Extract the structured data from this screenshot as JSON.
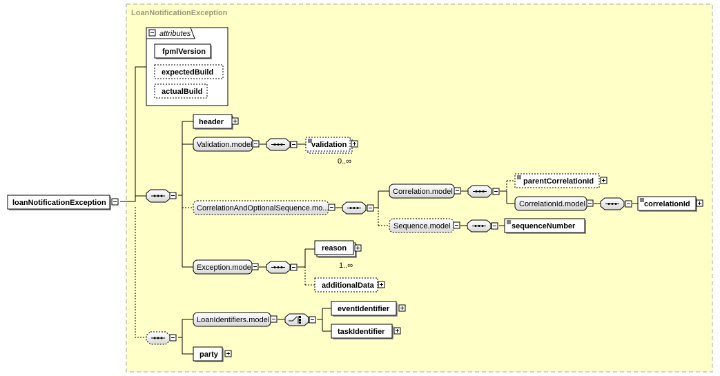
{
  "container": {
    "title": "LoanNotificationException"
  },
  "attributes": {
    "label": "attributes",
    "items": [
      "fpmlVersion",
      "expectedBuild",
      "actualBuild"
    ]
  },
  "root": {
    "label": "loanNotificationException"
  },
  "nodes": {
    "header": "header",
    "validation_model": "Validation.model",
    "validation": "validation",
    "validation_card": "0..∞",
    "corr_seq_model": "CorrelationAndOptionalSequence.mo...",
    "correlation_model": "Correlation.model",
    "parent_correlation_id": "parentCorrelationId",
    "correlation_id_model": "CorrelationId.model",
    "correlation_id": "correlationId",
    "sequence_model": "Sequence.model",
    "sequence_number": "sequenceNumber",
    "exception_model": "Exception.model",
    "reason": "reason",
    "reason_card": "1..∞",
    "additional_data": "additionalData",
    "loan_identifiers_model": "LoanIdentifiers.model",
    "event_identifier": "eventIdentifier",
    "task_identifier": "taskIdentifier",
    "party": "party"
  },
  "colors": {
    "background": "#ffffc8",
    "border": "#a8a8a8",
    "title": "#9a9a7a"
  }
}
